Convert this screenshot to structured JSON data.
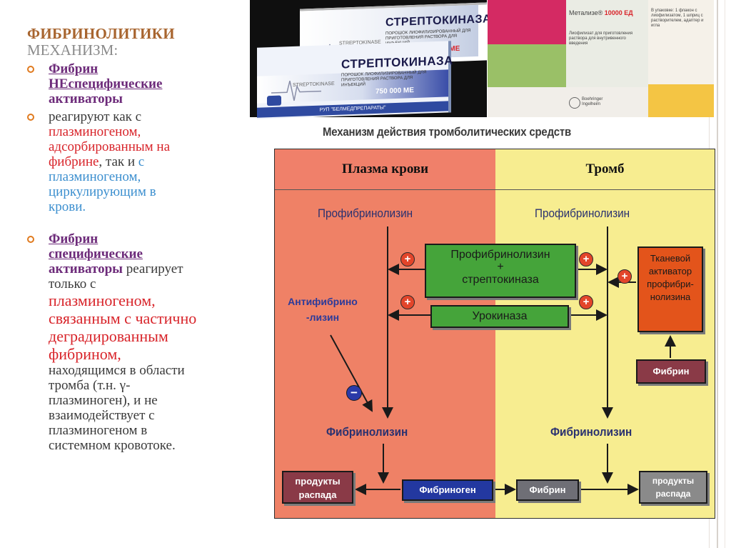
{
  "slide": {
    "title": "ФИБРИНОЛИТИКИ",
    "subtitle": "МЕХАНИЗМ:",
    "bullet1": {
      "heading_line1": "Фибрин",
      "heading_line2": "НЕспецифические",
      "heading_line3": "активаторы"
    },
    "bullet2": {
      "p1": "реагируют как с",
      "p2": "плазминогеном,",
      "p3": "адсорбированным на",
      "p4": "фибрине",
      "p5": ", так и",
      "p6": " с",
      "p7": "плазминогеном,",
      "p8": "циркулирующим в",
      "p9": "крови."
    },
    "bullet3": {
      "h1": "Фибрин",
      "h2": "специфические",
      "h3": "активаторы",
      "t1": " реагирует",
      "t2": "только с",
      "r1": "плазминогеном,",
      "r2": "связанным с частично",
      "r3": "деградированным",
      "r4": "фибрином,",
      "t3": "находящимся в области",
      "t4": "тромба (т.н. γ-",
      "t5": "плазминоген), и не",
      "t6": "взаимодействует с",
      "t7": "плазминогеном в",
      "t8": "системном кровотоке."
    }
  },
  "photos": {
    "box1": {
      "brand": "СТРЕПТОКИНАЗА",
      "small": "ПОРОШОК ЛИОФИЛИЗИРОВАННЫЙ ДЛЯ ПРИГОТОВЛЕНИЯ РАСТВОРА ДЛЯ ИНЪЕКЦИЙ",
      "latin": "STREPTOKINASE",
      "dose": "1 500 000 МЕ"
    },
    "box2": {
      "brand": "СТРЕПТОКИНАЗА",
      "small": "ПОРОШОК ЛИОФИЛИЗИРОВАННЫЙ ДЛЯ ПРИГОТОВЛЕНИЯ РАСТВОРА ДЛЯ ИНЪЕКЦИЙ",
      "latin": "STREPTOKINASE",
      "dose": "750 000 МЕ",
      "maker": "РУП \"БЕЛМЕДПРЕПАРАТЫ\""
    },
    "metalyse": {
      "name": "Метализе",
      "dose": "10000 ЕД",
      "pack_text": "В упаковке: 1 флакон с лиофилизатом, 1 шприц с растворителем, адаптер и игла",
      "form_text": "Лиофилизат для приготовления раствора для внутривенного введения",
      "maker": "Boehringer Ingelheim"
    }
  },
  "diagram": {
    "title": "Механизм действия тромболитических средств",
    "col_left": "Плазма крови",
    "col_right": "Тромб",
    "profib_left": "Профибринолизин",
    "profib_right": "Профибринолизин",
    "green1_line1": "Профибринолизин",
    "green1_line2": "+",
    "green1_line3": "стрептокиназа",
    "green2": "Урокиназа",
    "orange_l1": "Тканевой",
    "orange_l2": "активатор",
    "orange_l3": "профибри-",
    "orange_l4": "нолизина",
    "antif_l1": "Антифибрино",
    "antif_l2": "-лизин",
    "fibrin_box": "Фибрин",
    "fibrinolysin_left": "Фибринолизин",
    "fibrinolysin_right": "Фибринолизин",
    "products_left_l1": "продукты",
    "products_left_l2": "распада",
    "fibrinogen": "Фибриноген",
    "fibrin_bottom": "Фибрин",
    "products_right_l1": "продукты",
    "products_right_l2": "распада",
    "plus": "+",
    "minus": "−"
  },
  "colors": {
    "title": "#a8652f",
    "purple": "#6d2b7a",
    "red": "#d8242a",
    "blue": "#3c8fcf",
    "plasma": "#ef8166",
    "thrombus": "#f7ed90",
    "green_box": "#45a43a",
    "orange_box": "#e3541b"
  }
}
